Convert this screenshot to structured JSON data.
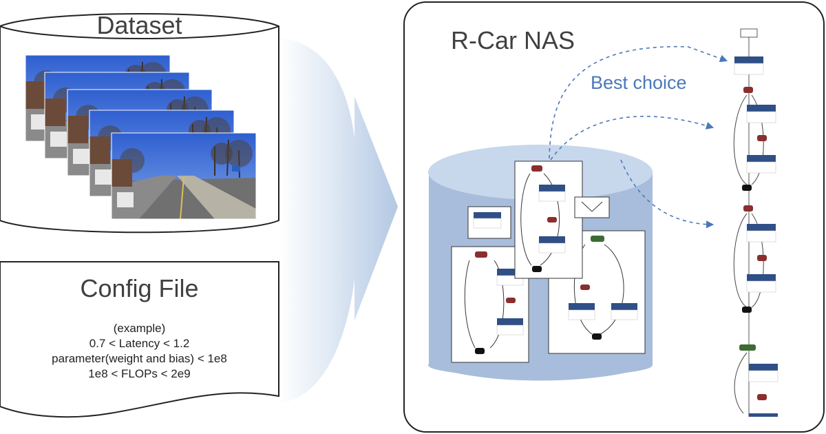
{
  "dataset": {
    "title": "Dataset"
  },
  "config_file": {
    "title": "Config File",
    "lines": [
      "(example)",
      "0.7 < Latency < 1.2",
      "parameter(weight and bias) < 1e8",
      "1e8 < FLOPs < 2e9"
    ]
  },
  "nas": {
    "title": "R-Car NAS",
    "best_choice_label": "Best choice"
  },
  "colors": {
    "outline": "#333333",
    "arrow_gradient": [
      "#ffffff",
      "#b9cde6"
    ],
    "cylinder_body": "#9fb7d8",
    "cylinder_top": "#c4d4ea",
    "best_choice": "#4a78b8",
    "conv_node": "#2f4f86",
    "relu_node": "#8a2e2e",
    "add_node": "#111111",
    "maxpool_node": "#3c6b34",
    "sky": "#3d6fd6",
    "road": "#6a6a6a"
  },
  "icons": [
    "photo-stack-icon",
    "database-cylinder-icon",
    "network-graph-icon",
    "dashed-arrow-icon"
  ]
}
